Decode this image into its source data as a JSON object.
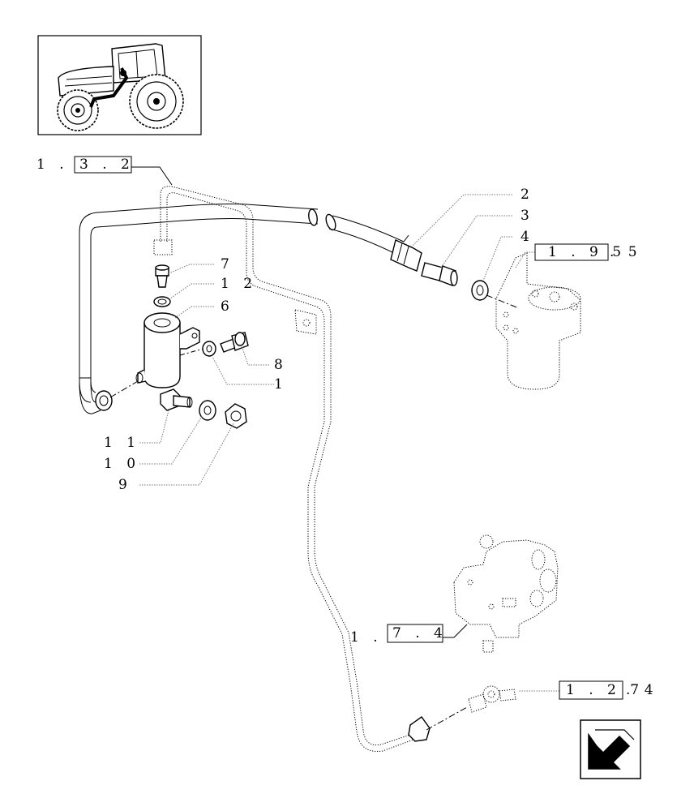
{
  "labels": {
    "ref_top_a": "1 . 3",
    "ref_top_b": "3 . 2",
    "p2": "2",
    "p3": "3",
    "p4": "4",
    "ref_right_a": "1 . 9 5",
    "ref_right_b": ". 5",
    "p7": "7",
    "p12": "1 2",
    "p6": "6",
    "p8": "8",
    "p1": "1",
    "p11": "1 1",
    "p10": "1 0",
    "p9": "9",
    "ref_mid_a": "1 . 2",
    "ref_mid_b": "7 . 4",
    "ref_bot_a": "1 . 2 7",
    "ref_bot_b": ". 4"
  },
  "icons": {
    "thumbnail": "tractor-thumbnail",
    "nav": "next-page-arrow-icon"
  }
}
